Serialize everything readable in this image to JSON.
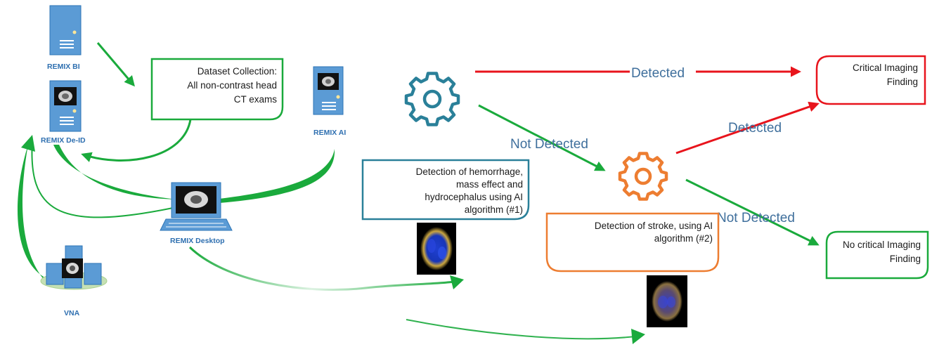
{
  "nodes": {
    "remix_bi": "REMIX BI",
    "remix_deid": "REMIX De-ID",
    "remix_ai": "REMIX AI",
    "remix_desktop": "REMIX Desktop",
    "vna": "VNA"
  },
  "boxes": {
    "dataset": [
      "Dataset Collection:",
      "All non-contrast head",
      "CT exams"
    ],
    "algo1": [
      "Detection of hemorrhage,",
      "mass effect and",
      "hydrocephalus using AI",
      "algorithm (#1)"
    ],
    "algo2": [
      "Detection of stroke,  using AI",
      "algorithm (#2)"
    ],
    "critical": [
      "Critical Imaging",
      "Finding"
    ],
    "no_critical": [
      "No critical Imaging",
      "Finding"
    ]
  },
  "flow_labels": {
    "detected_top": "Detected",
    "detected_mid": "Detected",
    "not_detected_1": "Not Detected",
    "not_detected_2": "Not Detected"
  },
  "colors": {
    "green": "#1aaa3c",
    "red": "#e8141c",
    "teal": "#2a8099",
    "orange": "#ed7d31",
    "server_blue": "#5b9bd5"
  },
  "icons": {
    "gear_1": "gear-icon",
    "gear_2": "gear-icon",
    "servers": "server-icon",
    "desktop": "computer-icon",
    "scans": "brain-scan-icon"
  }
}
